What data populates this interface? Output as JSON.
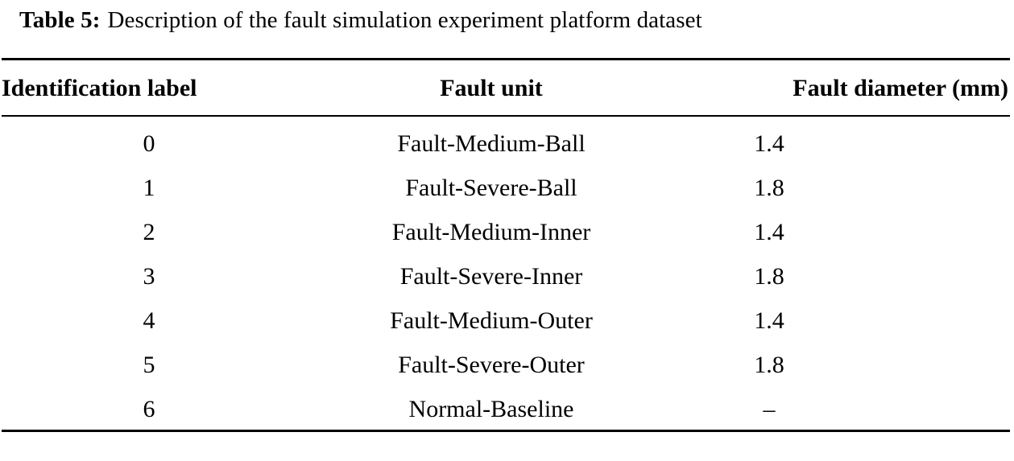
{
  "caption": {
    "label": "Table 5:",
    "text": "Description of the fault simulation experiment platform dataset"
  },
  "table": {
    "columns": [
      {
        "key": "identification_label",
        "header": "Identification label",
        "align": "center"
      },
      {
        "key": "fault_unit",
        "header": "Fault unit",
        "align": "center"
      },
      {
        "key": "fault_diameter_mm",
        "header": "Fault diameter (mm)",
        "align": "center"
      }
    ],
    "rows": [
      {
        "identification_label": "0",
        "fault_unit": "Fault-Medium-Ball",
        "fault_diameter_mm": "1.4"
      },
      {
        "identification_label": "1",
        "fault_unit": "Fault-Severe-Ball",
        "fault_diameter_mm": "1.8"
      },
      {
        "identification_label": "2",
        "fault_unit": "Fault-Medium-Inner",
        "fault_diameter_mm": "1.4"
      },
      {
        "identification_label": "3",
        "fault_unit": "Fault-Severe-Inner",
        "fault_diameter_mm": "1.8"
      },
      {
        "identification_label": "4",
        "fault_unit": "Fault-Medium-Outer",
        "fault_diameter_mm": "1.4"
      },
      {
        "identification_label": "5",
        "fault_unit": "Fault-Severe-Outer",
        "fault_diameter_mm": "1.8"
      },
      {
        "identification_label": "6",
        "fault_unit": "Normal-Baseline",
        "fault_diameter_mm": "–"
      }
    ]
  },
  "style": {
    "text_color": "#000000",
    "background_color": "#ffffff",
    "rule_color": "#000000"
  }
}
